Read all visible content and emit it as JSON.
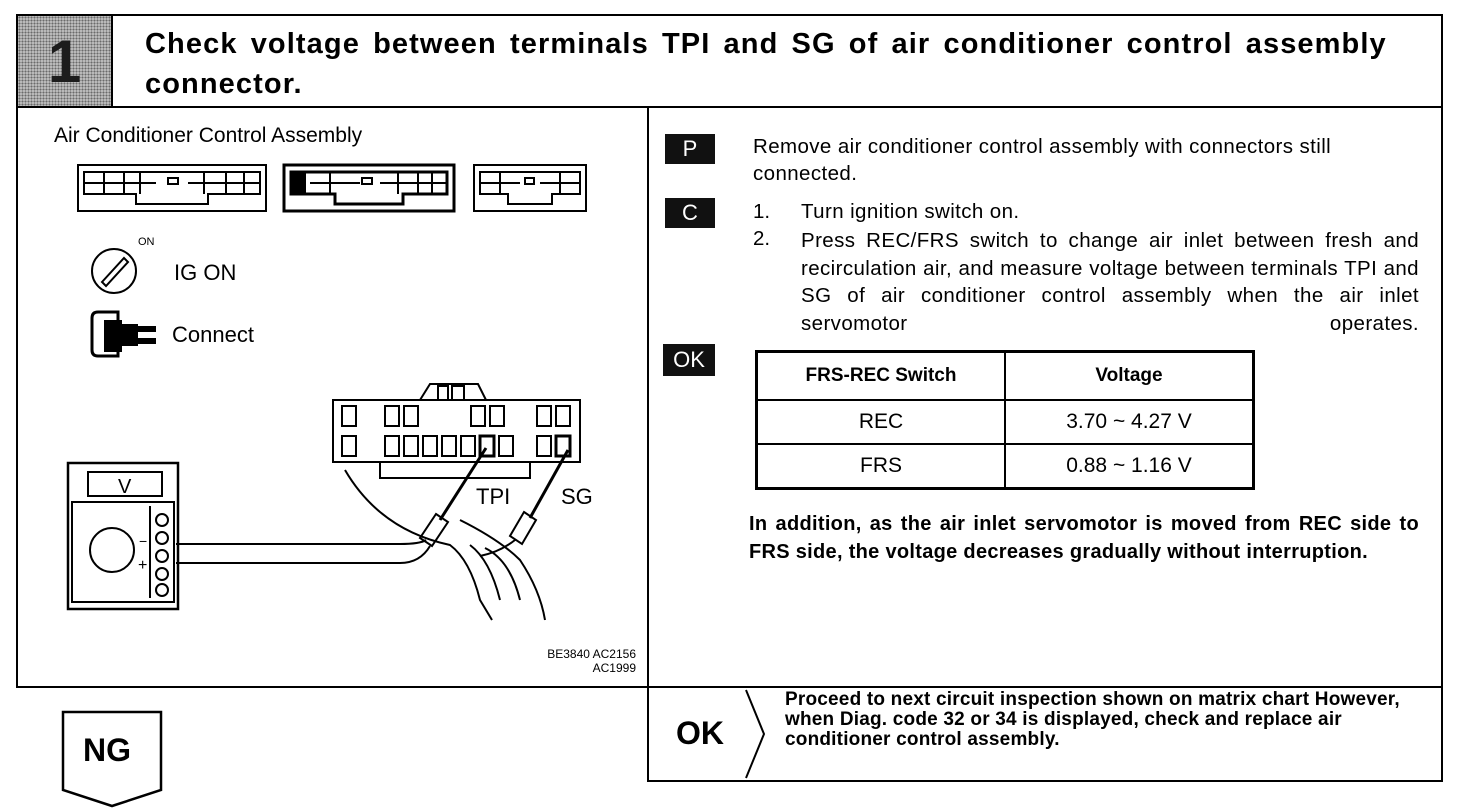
{
  "header": {
    "step_number": "1",
    "title": "Check voltage between terminals TPI and SG of air conditioner control assembly connector."
  },
  "left_panel": {
    "caption": "Air Conditioner Control Assembly",
    "ignition": {
      "on_mark": "ON",
      "label": "IG ON"
    },
    "connect_label": "Connect",
    "meter_label": "V",
    "minus_sign": "−",
    "plus_sign": "+",
    "terminal_tpi": "TPI",
    "terminal_sg": "SG",
    "figure_codes": [
      "BE3840 AC2156",
      "AC1999"
    ]
  },
  "right_panel": {
    "tags": {
      "prep": "P",
      "check": "C",
      "ok": "OK"
    },
    "prep_text": "Remove air conditioner control assembly with connectors still connected.",
    "check_steps": [
      {
        "num": "1.",
        "text": "Turn ignition switch on."
      },
      {
        "num": "2.",
        "text": "Press REC/FRS switch to change air inlet between fresh and recirculation air, and measure voltage between terminals TPI and SG of air conditioner control assembly when the air inlet servomotor operates."
      }
    ],
    "table": {
      "headers": [
        "FRS-REC Switch",
        "Voltage"
      ],
      "rows": [
        [
          "REC",
          "3.70 ~ 4.27 V"
        ],
        [
          "FRS",
          "0.88 ~ 1.16 V"
        ]
      ]
    },
    "note": "In addition, as the air inlet servomotor is moved from REC side to FRS side, the voltage decreases gradually without interruption."
  },
  "result_ok": {
    "label": "OK",
    "text": "Proceed to next circuit inspection shown on matrix chart However, when Diag. code 32 or 34 is displayed, check and replace air conditioner control assembly."
  },
  "result_ng": {
    "label": "NG"
  }
}
